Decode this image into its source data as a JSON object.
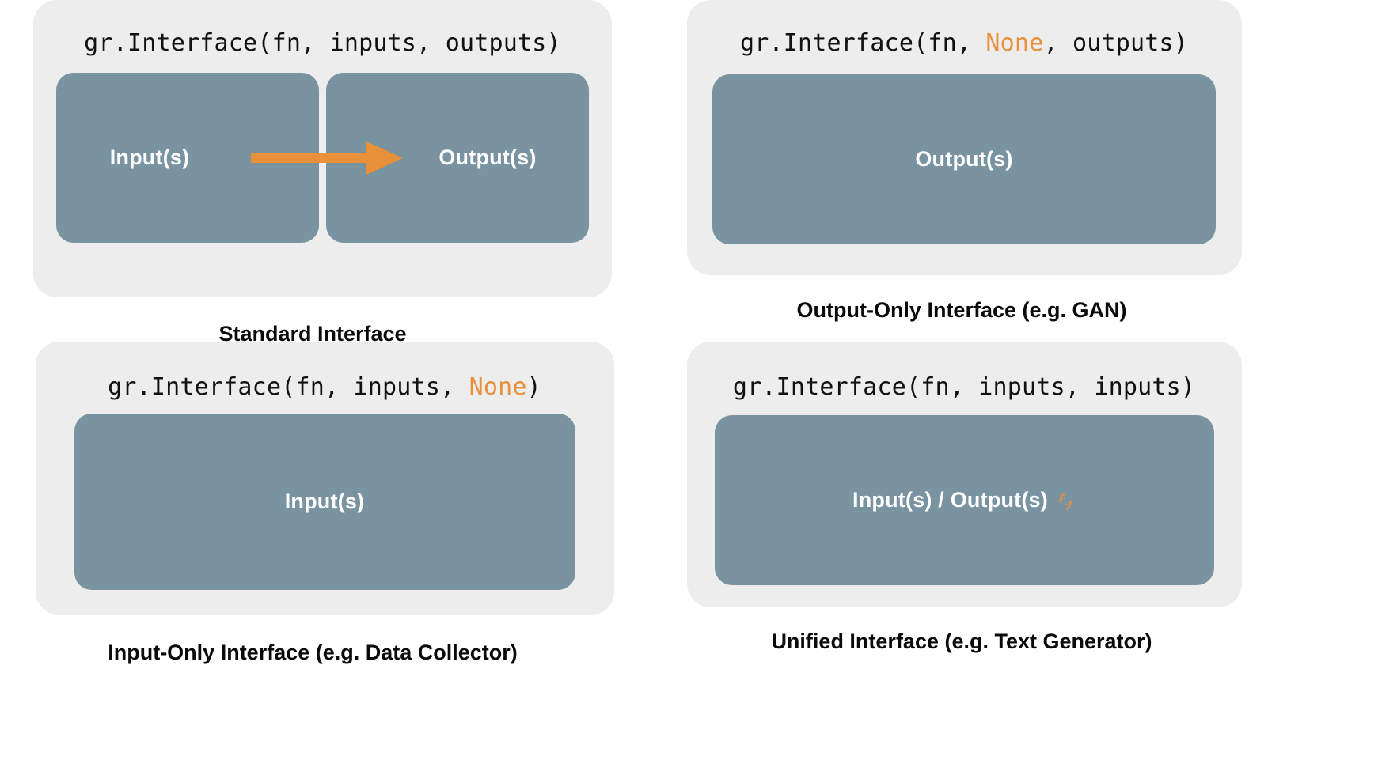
{
  "colors": {
    "background": "#ffffff",
    "panel": "#ededed",
    "box": "#7a93a0",
    "accent_orange": "#e8913a",
    "text_dark": "#0a0a0a",
    "text_light": "#ffffff"
  },
  "panels": [
    {
      "id": "standard-interface",
      "code": {
        "prefix": "gr.Interface(fn, inputs, outputs)",
        "part_a": "gr.Interface(fn, inputs, outputs)",
        "highlight": "",
        "part_b": ""
      },
      "boxes": [
        {
          "label": "Input(s)"
        },
        {
          "label": "Output(s)"
        }
      ],
      "arrow": {
        "present": "true",
        "direction": "left-to-right",
        "color": "#e8913a"
      },
      "caption": "Standard Interface"
    },
    {
      "id": "output-only-interface",
      "code": {
        "prefix": "gr.Interface(fn, ",
        "part_a": "gr.Interface(fn, ",
        "highlight": "None",
        "part_b": ", outputs)"
      },
      "boxes": [
        {
          "label": "Output(s)"
        }
      ],
      "arrow": {
        "present": "false",
        "direction": "",
        "color": ""
      },
      "caption": "Output-Only Interface (e.g. GAN)"
    },
    {
      "id": "input-only-interface",
      "code": {
        "prefix": "gr.Interface(fn, inputs, ",
        "part_a": "gr.Interface(fn, inputs, ",
        "highlight": "None",
        "part_b": ")"
      },
      "boxes": [
        {
          "label": "Input(s)"
        }
      ],
      "arrow": {
        "present": "false",
        "direction": "",
        "color": ""
      },
      "caption": "Input-Only Interface (e.g. Data Collector)"
    },
    {
      "id": "unified-interface",
      "code": {
        "prefix": "gr.Interface(fn, inputs, inputs)",
        "part_a": "gr.Interface(fn, inputs, inputs)",
        "highlight": "",
        "part_b": ""
      },
      "boxes": [
        {
          "label": "Input(s) / Output(s)",
          "icon": "refresh-loop-icon"
        }
      ],
      "arrow": {
        "present": "false",
        "direction": "",
        "color": ""
      },
      "caption": "Unified Interface (e.g. Text Generator)"
    }
  ]
}
